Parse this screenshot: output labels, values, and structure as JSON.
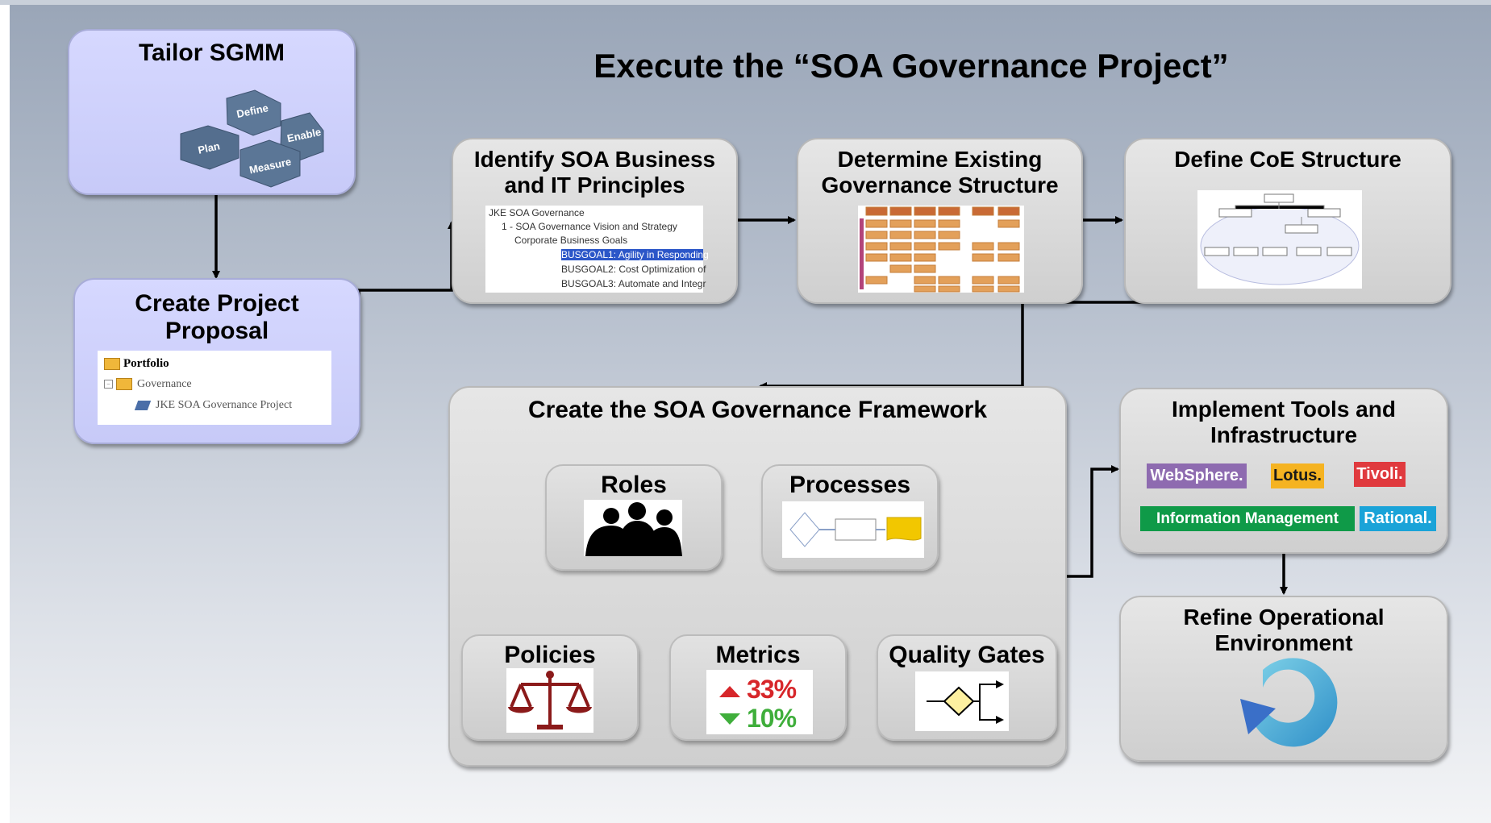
{
  "main_title": "Execute the “SOA Governance Project”",
  "tailor": {
    "title": "Tailor SGMM",
    "hexes": [
      "Define",
      "Enable",
      "Plan",
      "Measure"
    ]
  },
  "create_project": {
    "title_line1": "Create Project",
    "title_line2": "Proposal",
    "tree": {
      "root": "Portfolio",
      "child": "Governance",
      "leaf": "JKE SOA Governance Project"
    }
  },
  "identify": {
    "title_line1": "Identify SOA Business",
    "title_line2": "and IT Principles",
    "tree": [
      "JKE SOA Governance",
      "1 - SOA Governance Vision and Strategy",
      "Corporate Business Goals",
      "BUSGOAL1: Agility in Responding",
      "BUSGOAL2: Cost Optimization of",
      "BUSGOAL3: Automate and Integr"
    ]
  },
  "determine": {
    "title_line1": "Determine Existing",
    "title_line2": "Governance Structure"
  },
  "define_coe": {
    "title": "Define CoE Structure"
  },
  "framework": {
    "title": "Create the SOA Governance Framework",
    "roles": "Roles",
    "processes": "Processes",
    "policies": "Policies",
    "metrics": "Metrics",
    "metric_up": "33%",
    "metric_down": "10%",
    "quality_gates": "Quality Gates"
  },
  "implement": {
    "title_line1": "Implement Tools and",
    "title_line2": "Infrastructure",
    "logos": [
      {
        "label": "WebSphere.",
        "color": "#8e6bb0"
      },
      {
        "label": "Lotus.",
        "color": "#f5b321"
      },
      {
        "label": "Tivoli.",
        "color": "#e03a3e"
      },
      {
        "label": "Information Management",
        "color": "#0f9a48"
      },
      {
        "label": "Rational.",
        "color": "#1aa3d8"
      }
    ]
  },
  "refine": {
    "title_line1": "Refine Operational",
    "title_line2": "Environment"
  },
  "colors": {
    "blue_box": "#d6d8ff",
    "gray_box": "#d9d9d9",
    "metric_up": "#d7262a",
    "metric_down": "#3fae3b",
    "hex": "#5a7391"
  }
}
